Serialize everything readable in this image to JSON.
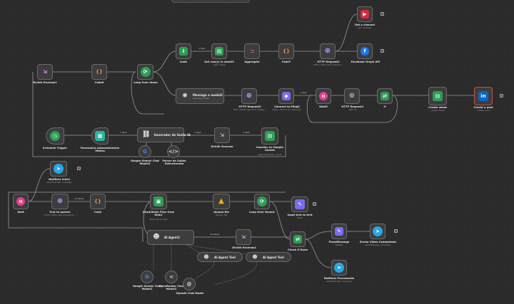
{
  "nodes": {
    "dividir_escenas1": {
      "label": "Dividir Escenas1"
    },
    "code8": {
      "label": "Code8"
    },
    "loop_over_items": {
      "label": "Loop Over Items"
    },
    "limit": {
      "label": "Limit"
    },
    "get_rows_sheet": {
      "label": "Get row(s) in sheet3",
      "sub": "read: sheet"
    },
    "aggregate": {
      "label": "Aggregate"
    },
    "code7": {
      "label": "Code7"
    },
    "http_request2": {
      "label": "HTTP Request2",
      "sub": "POST: https://api.hookmar..."
    },
    "get_a_channel": {
      "label": "Get a channel",
      "sub": "get: channel"
    },
    "facebook_graph_api": {
      "label": "Facebook Graph API"
    },
    "message_model": {
      "label": "Message a model2",
      "sub": "Message Model"
    },
    "http_request3": {
      "label": "HTTP Request3",
      "sub": "POST: https://api.1min.ai/api/..."
    },
    "connect_to_pikajs": {
      "label": "Connect to PikaJS",
      "sub": "Wave: flux.ai/ for dome Pro"
    },
    "wait5": {
      "label": "Wait5"
    },
    "http_request1": {
      "label": "HTTP Request1",
      "sub": "GET: wi"
    },
    "if_node": {
      "label": "If"
    },
    "create_sheet": {
      "label": "Create sheet",
      "sub": "create: sheet"
    },
    "create_a_post": {
      "label": "Create a post",
      "sub": "create: post"
    },
    "schedule_trigger": {
      "label": "Schedule Trigger"
    },
    "formulario": {
      "label": "Formulario Automatizacion Videos"
    },
    "generador_guion": {
      "label": "Generador de Guión IA"
    },
    "google_gemini_model2": {
      "label": "Google Gemini Chat Model2"
    },
    "parser_salida": {
      "label": "Parser de Salida Estructurada"
    },
    "dividir_escenas": {
      "label": "Dividir Escenas"
    },
    "insertar_sheets": {
      "label": "Insertar en Google Sheets",
      "sub": "append/Update: sheet"
    },
    "notificar_inicio": {
      "label": "Notificar Inicio",
      "sub": "sendMessage: message"
    },
    "wait": {
      "label": "Wait"
    },
    "text_to_speech": {
      "label": "Text to speech",
      "sub": "POST: https://api.elevenlab..."
    },
    "code": {
      "label": "Code"
    },
    "read_write_files": {
      "label": "Read/Write Files from Disk1",
      "sub": "Write File to Disk"
    },
    "upload_file": {
      "label": "Upload file",
      "sub": "upload: file"
    },
    "loop_over_items2": {
      "label": "Loop Over Items2"
    },
    "input_text_to_text": {
      "label": "Input text to text",
      "sub": "fetch"
    },
    "check_done": {
      "label": "Check if Done"
    },
    "fixed_message": {
      "label": "FixedMessage",
      "sub": "Update"
    },
    "enviar_video": {
      "label": "Enviar Video Completado",
      "sub": "sendMessage: message"
    },
    "notificar_procesando": {
      "label": "Notificar Procesando",
      "sub": "sendMessage: message"
    },
    "ai_agent1": {
      "label": "AI Agent1"
    },
    "dividir_escenas2": {
      "label": "Dividir Escenas2"
    },
    "ai_agent_tool": {
      "label": "AI Agent Tool"
    },
    "ai_agent_tool1": {
      "label": "AI Agent Tool"
    },
    "google_gemini_model1": {
      "label": "Google Gemini Chat Model1"
    },
    "openrouter_model": {
      "label": "OpenRouter Chat Model1"
    },
    "openai_model": {
      "label": "OpenAI Chat Model"
    }
  },
  "edge_labels": {
    "e1": "1 item",
    "e2": "1 item",
    "e3": "1 item",
    "e4": "1 item",
    "e5": "1 item",
    "e6": "10 items",
    "e7": "1 item",
    "e8": "10 items",
    "e9": "1 item"
  },
  "icon_colors": {
    "default": "#e9a5ff",
    "green": "#2e9e57",
    "orange": "#f08c3a",
    "purple": "#7a6cf0",
    "red": "#e0263a",
    "blue": "#3b8eea",
    "teal": "#2bb5a0",
    "linkedin": "#0a66c2",
    "telegram": "#27a7e7",
    "pink": "#e83e8c"
  }
}
